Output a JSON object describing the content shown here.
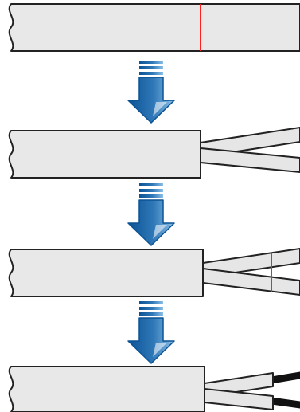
{
  "diagram": {
    "kind": "cable-stripping-steps",
    "step_count": 4,
    "arrow_count": 3,
    "colors": {
      "background": "#ffffff",
      "jacket_fill": "#e8e8e8",
      "jacket_outline": "#222222",
      "wire_fill": "#e6e6e6",
      "cut_mark": "#ff2020",
      "conductor": "#111111",
      "arrow_dark": "#0b5394",
      "arrow_mid": "#2f78b8",
      "arrow_light": "#8ec0e8"
    },
    "steps": [
      {
        "id": "step-1",
        "description_icon": "cable-with-cut-mark",
        "shows_cut_mark": true,
        "shows_wires": false,
        "shows_conductors": false
      },
      {
        "id": "step-2",
        "description_icon": "cable-jacket-removed",
        "shows_cut_mark": false,
        "shows_wires": true,
        "shows_conductors": false
      },
      {
        "id": "step-3",
        "description_icon": "wires-with-cut-mark",
        "shows_cut_mark": true,
        "shows_wires": true,
        "shows_conductors": false
      },
      {
        "id": "step-4",
        "description_icon": "wires-stripped",
        "shows_cut_mark": false,
        "shows_wires": true,
        "shows_conductors": true
      }
    ],
    "arrows": [
      {
        "id": "arrow-1",
        "icon": "down-arrow-icon"
      },
      {
        "id": "arrow-2",
        "icon": "down-arrow-icon"
      },
      {
        "id": "arrow-3",
        "icon": "down-arrow-icon"
      }
    ]
  }
}
